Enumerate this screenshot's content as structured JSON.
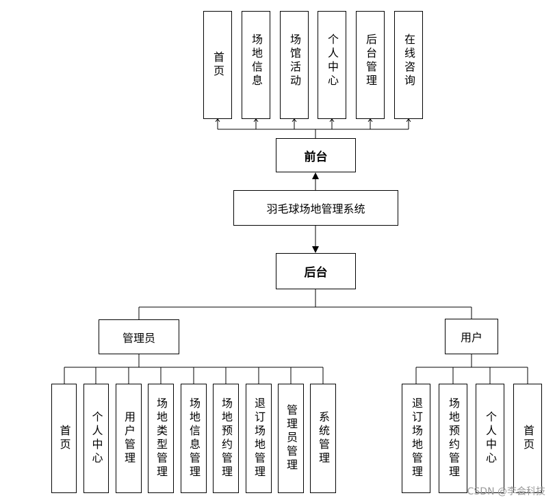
{
  "frontend": {
    "label": "前台",
    "items": [
      "首页",
      "场地信息",
      "场馆活动",
      "个人中心",
      "后台管理",
      "在线咨询"
    ]
  },
  "system": {
    "label": "羽毛球场地管理系统"
  },
  "backend": {
    "label": "后台"
  },
  "admin": {
    "label": "管理员",
    "items": [
      "首页",
      "个人中心",
      "用户管理",
      "场地类型管理",
      "场地信息管理",
      "场地预约管理",
      "退订场地管理",
      "管理员管理",
      "系统管理"
    ]
  },
  "user": {
    "label": "用户",
    "items": [
      "退订场地管理",
      "场地预约管理",
      "个人中心",
      "首页"
    ]
  },
  "watermark": "CSDN @李会科技"
}
